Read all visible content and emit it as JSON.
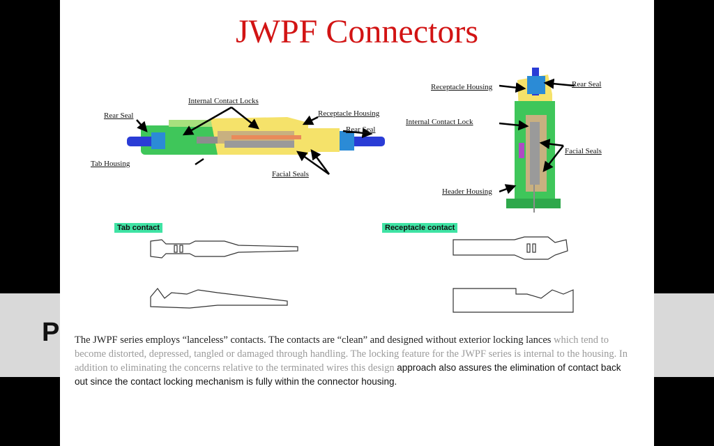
{
  "slide": {
    "title": "JWPF Connectors",
    "ghost_letter": "P",
    "diagram_left": {
      "labels": {
        "internal_contact_locks": "Internal Contact Locks",
        "rear_seal_left": "Rear Seal",
        "receptacle_housing": "Receptacle Housing",
        "rear_seal_right": "Rear Seal",
        "tab_housing": "Tab Housing",
        "facial_seals": "Facial Seals"
      }
    },
    "diagram_right": {
      "labels": {
        "receptacle_housing": "Receptacle Housing",
        "rear_seal": "Rear Seal",
        "internal_contact_lock": "Internal Contact Lock",
        "facial_seals": "Facial Seals",
        "header_housing": "Header Housing"
      }
    },
    "contacts": {
      "tab_label": "Tab contact",
      "receptacle_label": "Receptacle contact"
    },
    "paragraph": {
      "part1": "The JWPF series employs “lanceless” contacts.  The contacts are “clean” and designed without exterior locking lances",
      "part2": "which tend to become distorted, depressed, tangled or damaged through handling.  The locking feature for the JWPF series is internal to the housing.  In addition to eliminating the concerns relative to the terminated wires this design",
      "part3": "approach also assures the elimination of contact back out since the contact locking mechanism is fully within the connector housing."
    }
  }
}
